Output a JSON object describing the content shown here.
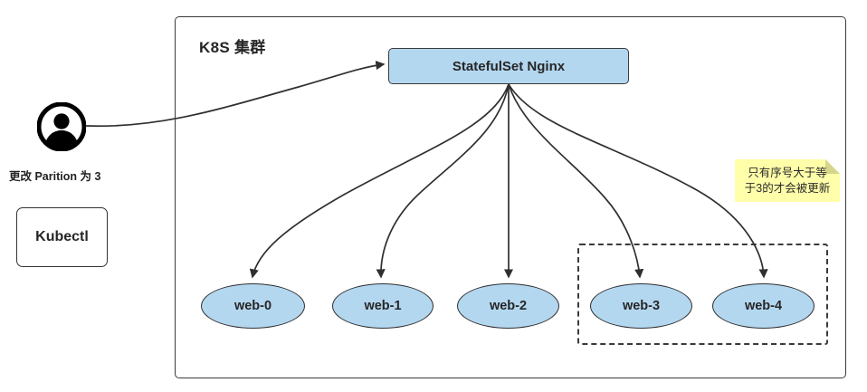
{
  "diagram": {
    "title": "K8S 集群",
    "actor": {
      "icon": "user-avatar-icon",
      "caption": "更改 Parition 为 3"
    },
    "kubectl": {
      "label": "Kubectl"
    },
    "statefulset": {
      "label": "StatefulSet Nginx"
    },
    "note": {
      "text": "只有序号大于等\n于3的才会被更新"
    },
    "pods": [
      {
        "label": "web-0"
      },
      {
        "label": "web-1"
      },
      {
        "label": "web-2"
      },
      {
        "label": "web-3"
      },
      {
        "label": "web-4"
      }
    ],
    "colors": {
      "pod_fill": "#b4d7f0",
      "statefulset_fill": "#b4d7f0",
      "note_fill": "#ffffaa",
      "note_fold": "#d6d68b",
      "stroke": "#2f2f2f",
      "background": "#ffffff"
    }
  }
}
